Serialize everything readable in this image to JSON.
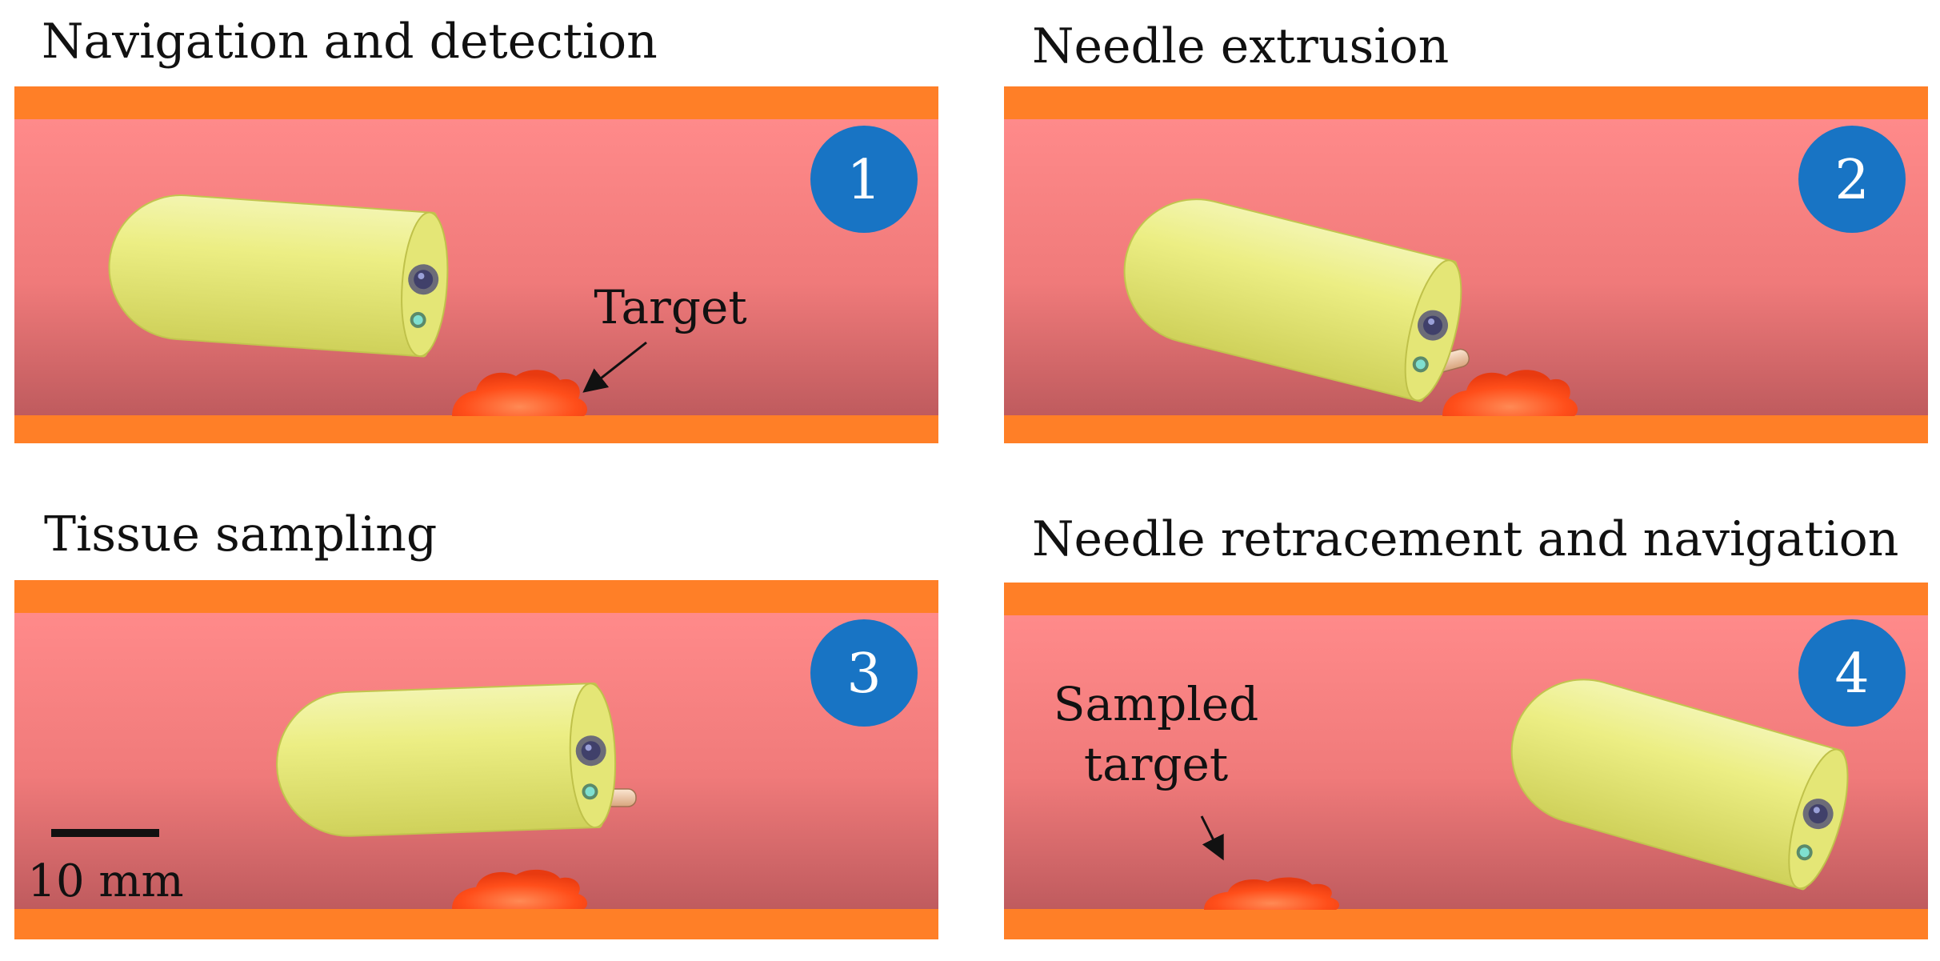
{
  "colors": {
    "wall": "#FF7F27",
    "lumen_top": "#FF8A8A",
    "lumen_mid": "#F07A7A",
    "lumen_bottom": "#BF5B5E",
    "capsule": "#EEF08A",
    "capsule_shade": "#C9CB55",
    "badge": "#1874C4",
    "badge_text": "#FFFFFF",
    "tissue": "#FF4E1A",
    "needle": "#F3C9A6"
  },
  "panels": [
    {
      "title": "Navigation and detection",
      "step": "1"
    },
    {
      "title": "Needle extrusion",
      "step": "2"
    },
    {
      "title": "Tissue sampling",
      "step": "3"
    },
    {
      "title": "Needle retracement and navigation",
      "step": "4"
    }
  ],
  "annotations": {
    "target": "Target",
    "sampled_line1": "Sampled",
    "sampled_line2": "target"
  },
  "scale_bar": {
    "label": "10 mm"
  },
  "icons": {
    "capsule": "capsule-robot-icon",
    "camera": "camera-lens-icon",
    "light": "led-icon",
    "tissue": "tissue-lesion-icon",
    "arrow": "arrow-icon"
  }
}
